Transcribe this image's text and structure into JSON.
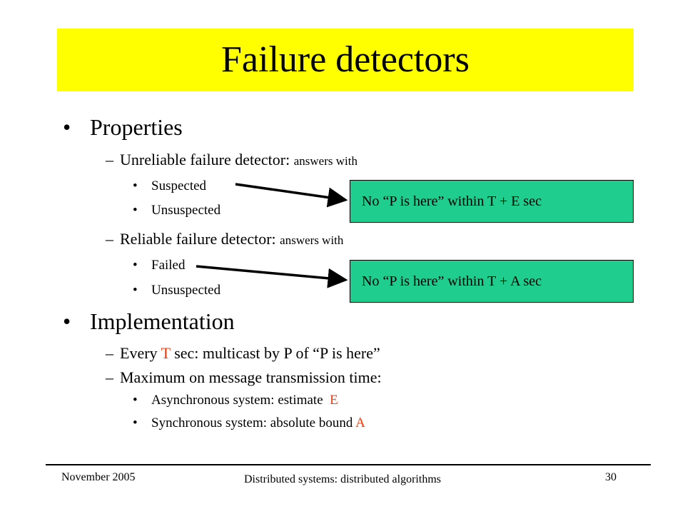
{
  "title": "Failure detectors",
  "bullets": {
    "properties": "Properties",
    "unreliable_main": "Unreliable failure detector:",
    "unreliable_suffix": "answers with",
    "suspected": "Suspected",
    "unsuspected_1": "Unsuspected",
    "reliable_main": "Reliable failure detector:",
    "reliable_suffix": "answers with",
    "failed": "Failed",
    "unsuspected_2": "Unsuspected",
    "implementation": "Implementation",
    "every_pre": "Every",
    "every_T": "T",
    "every_post": "sec: multicast by P of “P is here”",
    "maximum": "Maximum on message transmission time:",
    "async_pre": "Asynchronous system: estimate",
    "async_E": "E",
    "sync_pre": "Synchronous system: absolute bound",
    "sync_A": "A"
  },
  "callouts": {
    "unreliable": "No “P is here” within T + E sec",
    "reliable": "No “P is here” within T + A sec"
  },
  "footer": {
    "date": "November 2005",
    "course": "Distributed systems: distributed algorithms",
    "page": "30"
  },
  "colors": {
    "title_bg": "#ffff00",
    "callout_bg": "#1fce8f",
    "highlight": "#ff3300"
  }
}
